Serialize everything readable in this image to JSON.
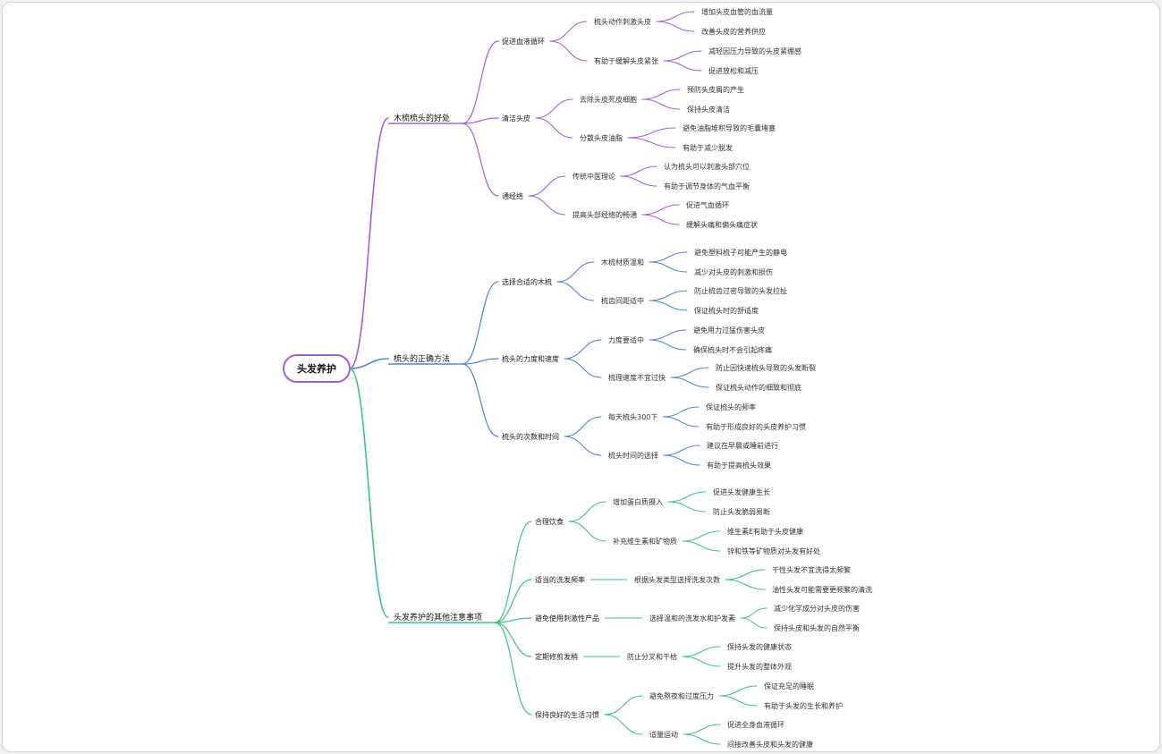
{
  "root": "头发养护",
  "colors": {
    "purple": "#a35fe0",
    "blue": "#4a86e0",
    "green": "#3cc580"
  },
  "branches": [
    {
      "label": "木梳梳头的好处",
      "color": "#a35fe0",
      "children": [
        {
          "label": "促进血液循环",
          "children": [
            {
              "label": "梳头动作刺激头皮",
              "children": [
                "增加头皮血管的血流量",
                "改善头皮的营养供应"
              ]
            },
            {
              "label": "有助于缓解头皮紧张",
              "children": [
                "减轻因压力导致的头皮紧绷感",
                "促进放松和减压"
              ]
            }
          ]
        },
        {
          "label": "清洁头皮",
          "children": [
            {
              "label": "去除头皮死皮细胞",
              "children": [
                "预防头皮屑的产生",
                "保持头皮清洁"
              ]
            },
            {
              "label": "分散头皮油脂",
              "children": [
                "避免油脂堆积导致的毛囊堵塞",
                "有助于减少脱发"
              ]
            }
          ]
        },
        {
          "label": "通经络",
          "children": [
            {
              "label": "传统中医理论",
              "children": [
                "认为梳头可以刺激头部穴位",
                "有助于调节身体的气血平衡"
              ]
            },
            {
              "label": "提高头部经络的畅通",
              "children": [
                "促进气血循环",
                "缓解头痛和偏头痛症状"
              ]
            }
          ]
        }
      ]
    },
    {
      "label": "梳头的正确方法",
      "color": "#4a86e0",
      "children": [
        {
          "label": "选择合适的木梳",
          "children": [
            {
              "label": "木梳材质温和",
              "children": [
                "避免塑料梳子可能产生的静电",
                "减少对头皮的刺激和损伤"
              ]
            },
            {
              "label": "梳齿间距适中",
              "children": [
                "防止梳齿过密导致的头发拉扯",
                "保证梳头时的舒适度"
              ]
            }
          ]
        },
        {
          "label": "梳头的力度和速度",
          "children": [
            {
              "label": "力度要适中",
              "children": [
                "避免用力过猛伤害头皮",
                "确保梳头时不会引起疼痛"
              ]
            },
            {
              "label": "梳理速度不宜过快",
              "children": [
                "防止因快速梳头导致的头发断裂",
                "保证梳头动作的细致和彻底"
              ]
            }
          ]
        },
        {
          "label": "梳头的次数和时间",
          "children": [
            {
              "label": "每天梳头300下",
              "children": [
                "保证梳头的频率",
                "有助于形成良好的头皮养护习惯"
              ]
            },
            {
              "label": "梳头时间的选择",
              "children": [
                "建议在早晨或睡前进行",
                "有助于提高梳头效果"
              ]
            }
          ]
        }
      ]
    },
    {
      "label": "头发养护的其他注意事项",
      "color": "#3cc580",
      "children": [
        {
          "label": "合理饮食",
          "children": [
            {
              "label": "增加蛋白质摄入",
              "children": [
                "促进头发健康生长",
                "防止头发脆弱易断"
              ]
            },
            {
              "label": "补充维生素和矿物质",
              "children": [
                "维生素E有助于头皮健康",
                "锌和铁等矿物质对头发有好处"
              ]
            }
          ]
        },
        {
          "label": "适当的洗发频率",
          "children": [
            {
              "label": "根据头发类型选择洗发次数",
              "children": [
                "干性头发不宜洗得太频繁",
                "油性头发可能需要更频繁的清洗"
              ]
            }
          ]
        },
        {
          "label": "避免使用刺激性产品",
          "children": [
            {
              "label": "选择温和的洗发水和护发素",
              "children": [
                "减少化学成分对头皮的伤害",
                "保持头皮和头发的自然平衡"
              ]
            }
          ]
        },
        {
          "label": "定期修剪发梢",
          "children": [
            {
              "label": "防止分叉和干枯",
              "children": [
                "保持头发的健康状态",
                "提升头发的整体外观"
              ]
            }
          ]
        },
        {
          "label": "保持良好的生活习惯",
          "children": [
            {
              "label": "避免熬夜和过度压力",
              "children": [
                "保证充足的睡眠",
                "有助于头发的生长和养护"
              ]
            },
            {
              "label": "适量运动",
              "children": [
                "促进全身血液循环",
                "间接改善头皮和头发的健康"
              ]
            }
          ]
        }
      ]
    }
  ]
}
